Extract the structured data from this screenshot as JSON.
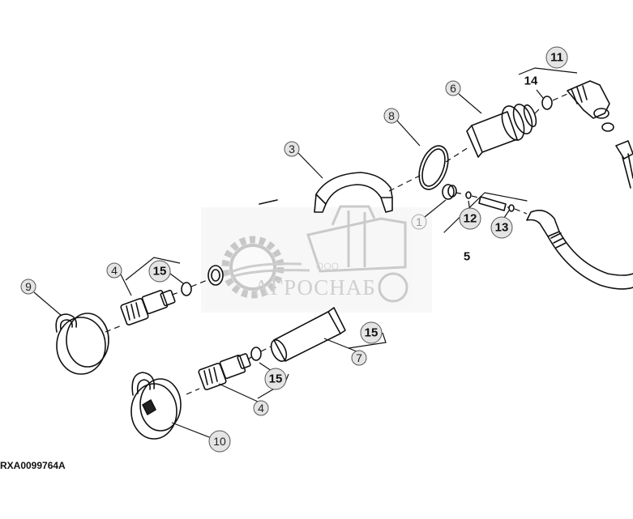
{
  "diagram": {
    "drawing_id": "RXA0099764A",
    "callouts": {
      "c1": "1",
      "c3": "3",
      "c4a": "4",
      "c4b": "4",
      "c5": "5",
      "c6": "6",
      "c7": "7",
      "c8": "8",
      "c9": "9",
      "c10": "10",
      "c11": "11",
      "c12": "12",
      "c13": "13",
      "c14": "14",
      "c15a": "15",
      "c15b": "15",
      "c15c": "15"
    }
  },
  "watermark": {
    "brand": "АГРОСНАБ",
    "prefix": "ООО"
  },
  "colors": {
    "line": "#111111",
    "callout_fill": "#e4e4e4",
    "watermark": "#b0b0b0"
  }
}
